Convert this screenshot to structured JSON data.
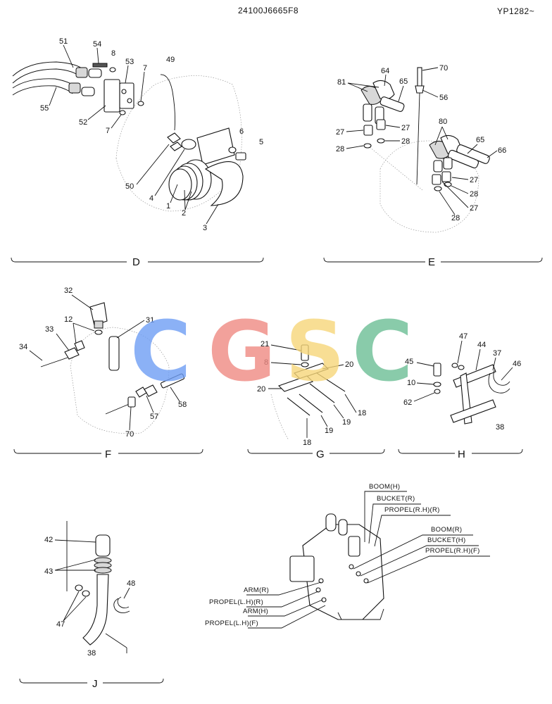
{
  "header": {
    "drawing_code": "24100J6665F8",
    "serial_range": "YP1282~"
  },
  "watermark": {
    "letters": [
      {
        "char": "C",
        "color": "#6f9ef5"
      },
      {
        "char": "G",
        "color": "#ef8a83"
      },
      {
        "char": "S",
        "color": "#f7d77a"
      },
      {
        "char": "C",
        "color": "#6cbf95"
      }
    ]
  },
  "sections": {
    "D": {
      "label": "D",
      "callouts": [
        "51",
        "54",
        "8",
        "53",
        "7",
        "49",
        "55",
        "52",
        "7",
        "6",
        "5",
        "50",
        "4",
        "1",
        "2",
        "3"
      ]
    },
    "E": {
      "label": "E",
      "callouts": [
        "70",
        "81",
        "64",
        "65",
        "56",
        "27",
        "27",
        "28",
        "28",
        "80",
        "65",
        "66",
        "27",
        "28",
        "27",
        "28"
      ]
    },
    "F": {
      "label": "F",
      "callouts": [
        "32",
        "12",
        "31",
        "33",
        "34",
        "58",
        "57",
        "70"
      ]
    },
    "G": {
      "label": "G",
      "callouts": [
        "21",
        "8",
        "20",
        "20",
        "18",
        "19",
        "19",
        "18"
      ]
    },
    "H": {
      "label": "H",
      "callouts": [
        "47",
        "44",
        "37",
        "45",
        "46",
        "10",
        "62",
        "38"
      ]
    },
    "J": {
      "label": "J",
      "callouts": [
        "42",
        "43",
        "48",
        "47",
        "38"
      ]
    }
  },
  "valve_labels": {
    "right": [
      "BOOM(H)",
      "BUCKET(R)",
      "PROPEL(R.H)(R)",
      "BOOM(R)",
      "BUCKET(H)",
      "PROPEL(R.H)(F)"
    ],
    "left": [
      "ARM(R)",
      "PROPEL(L.H)(R)",
      "ARM(H)",
      "PROPEL(L.H)(F)"
    ]
  }
}
